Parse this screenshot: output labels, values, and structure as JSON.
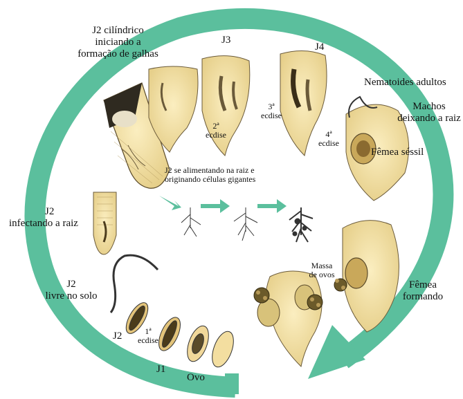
{
  "colors": {
    "cycle_arrow": "#5bbf9d",
    "small_arrow": "#5bbf9d",
    "root_tissue": "#f3dea0",
    "root_outline": "#6a5a3a",
    "egg_mass": "#6b5a2a"
  },
  "labels": {
    "j2_cilindrico": [
      "J2 cilíndrico",
      "iniciando a",
      "formação de galhas"
    ],
    "j3": "J3",
    "j4": "J4",
    "ecdise_2": [
      "2ª",
      "ecdise"
    ],
    "ecdise_3": [
      "3ª",
      "ecdise"
    ],
    "ecdise_4": [
      "4ª",
      "ecdise"
    ],
    "nematoides_adultos": "Nematoides adultos",
    "machos": [
      "Machos",
      "deixando a raiz"
    ],
    "femea_sessil": "Fêmea séssil",
    "j2_alimentando": [
      "J2 se alimentando na raiz e",
      "originando células gigantes"
    ],
    "j2_infectando": [
      "J2",
      "infectando a raiz"
    ],
    "j2_livre": [
      "J2",
      "livre no solo"
    ],
    "massa_ovos": [
      "Massa",
      "de ovos"
    ],
    "femea_formando": [
      "Fêmea",
      "formando"
    ],
    "j2_egg": "J2",
    "ecdise_1": [
      "1ª",
      "ecdise"
    ],
    "j1": "J1",
    "ovo": "Ovo"
  }
}
